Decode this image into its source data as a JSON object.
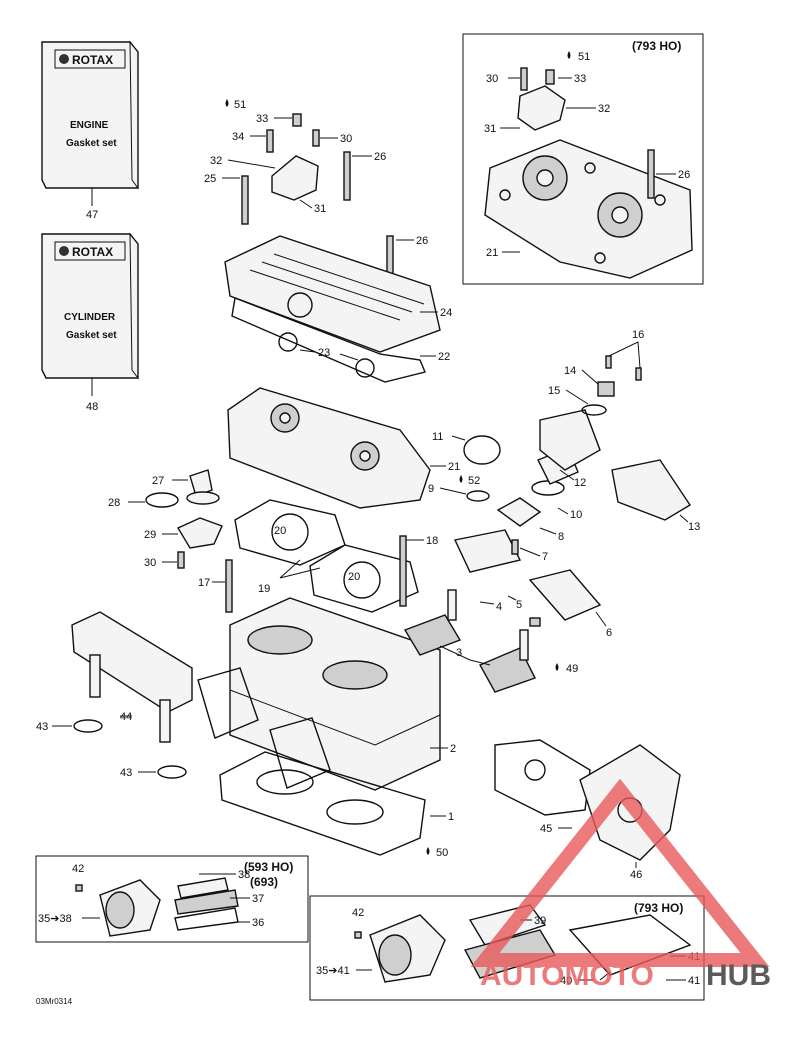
{
  "books": [
    {
      "brand": "ROTAX",
      "title": "ENGINE",
      "subtitle": "Gasket set",
      "number": "47"
    },
    {
      "brand": "ROTAX",
      "title": "CYLINDER",
      "subtitle": "Gasket set",
      "number": "48"
    }
  ],
  "boxes": {
    "top_right": "(793 HO)",
    "bottom_left_line1": "(593 HO)",
    "bottom_left_line2": "(693)",
    "bottom_right": "(793 HO)"
  },
  "drawing_code": "03Mr0314",
  "watermark": {
    "part1": "AUTOMOTO",
    "part2": "HUB",
    "color1": "#e85a5a",
    "color2": "#333333"
  },
  "labels": {
    "l1": "1",
    "l2": "2",
    "l3": "3",
    "l4": "4",
    "l5": "5",
    "l6": "6",
    "l7": "7",
    "l8": "8",
    "l9": "9",
    "l10": "10",
    "l11": "11",
    "l12": "12",
    "l13": "13",
    "l14": "14",
    "l15": "15",
    "l16": "16",
    "l17": "17",
    "l18": "18",
    "l19": "19",
    "l20a": "20",
    "l20b": "20",
    "l21a": "21",
    "l21b": "21",
    "l22": "22",
    "l23": "23",
    "l24": "24",
    "l25": "25",
    "l26a": "26",
    "l26b": "26",
    "l26c": "26",
    "l27": "27",
    "l28": "28",
    "l29": "29",
    "l30a": "30",
    "l30b": "30",
    "l30c": "30",
    "l31a": "31",
    "l31b": "31",
    "l32a": "32",
    "l32b": "32",
    "l33a": "33",
    "l33b": "33",
    "l34": "34",
    "l35a": "35➔38",
    "l35b": "35➔41",
    "l36": "36",
    "l37": "37",
    "l38": "38",
    "l39": "39",
    "l40": "40",
    "l41a": "41",
    "l41b": "41",
    "l42a": "42",
    "l42b": "42",
    "l43a": "43",
    "l43b": "43",
    "l44": "44",
    "l45": "45",
    "l46": "46",
    "l49": "49",
    "l50": "50",
    "l51a": "51",
    "l51b": "51",
    "l52": "52"
  }
}
